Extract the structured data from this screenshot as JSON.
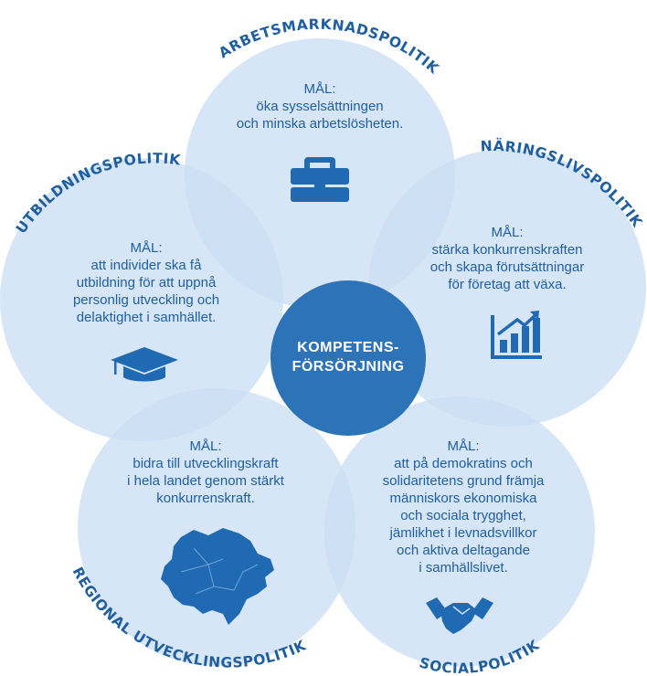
{
  "colors": {
    "circle_fill": "#c9def3",
    "circle_opacity": 0.75,
    "center_fill": "#2d73b8",
    "text": "#1f5fa0",
    "icon": "#1f6ab3"
  },
  "center": {
    "line1": "KOMPETENS-",
    "line2": "FÖRSÖRJNING"
  },
  "areas": [
    {
      "id": "arbetsmarknad",
      "title": "ARBETSMARKNADSPOLITIK",
      "goal_label": "MÅL:",
      "goal_lines": [
        "öka sysselsättningen",
        "och minska arbetslösheten."
      ],
      "icon": "briefcase-icon"
    },
    {
      "id": "naringsliv",
      "title": "NÄRINGSLIVSPOLITIK",
      "goal_label": "MÅL:",
      "goal_lines": [
        "stärka konkurrenskraften",
        "och skapa förutsättningar",
        "för företag att växa."
      ],
      "icon": "growth-chart-icon"
    },
    {
      "id": "utbildning",
      "title": "UTBILDNINGSPOLITIK",
      "goal_label": "MÅL:",
      "goal_lines": [
        "att individer ska få",
        "utbildning för att uppnå",
        "personlig utveckling och",
        "delaktighet i samhället."
      ],
      "icon": "graduation-cap-icon"
    },
    {
      "id": "regional",
      "title": "REGIONAL UTVECKLINGSPOLITIK",
      "goal_label": "MÅL:",
      "goal_lines": [
        "bidra till utvecklingskraft",
        "i hela landet genom stärkt",
        "konkurrenskraft."
      ],
      "icon": "region-map-icon"
    },
    {
      "id": "social",
      "title": "SOCIALPOLITIK",
      "goal_label": "MÅL:",
      "goal_lines": [
        "att på demokratins och",
        "solidaritetens grund främja",
        "människors ekonomiska",
        "och sociala trygghet,",
        "jämlikhet i levnadsvillkor",
        "och aktiva deltagande",
        "i samhällslivet."
      ],
      "icon": "handshake-icon"
    }
  ]
}
